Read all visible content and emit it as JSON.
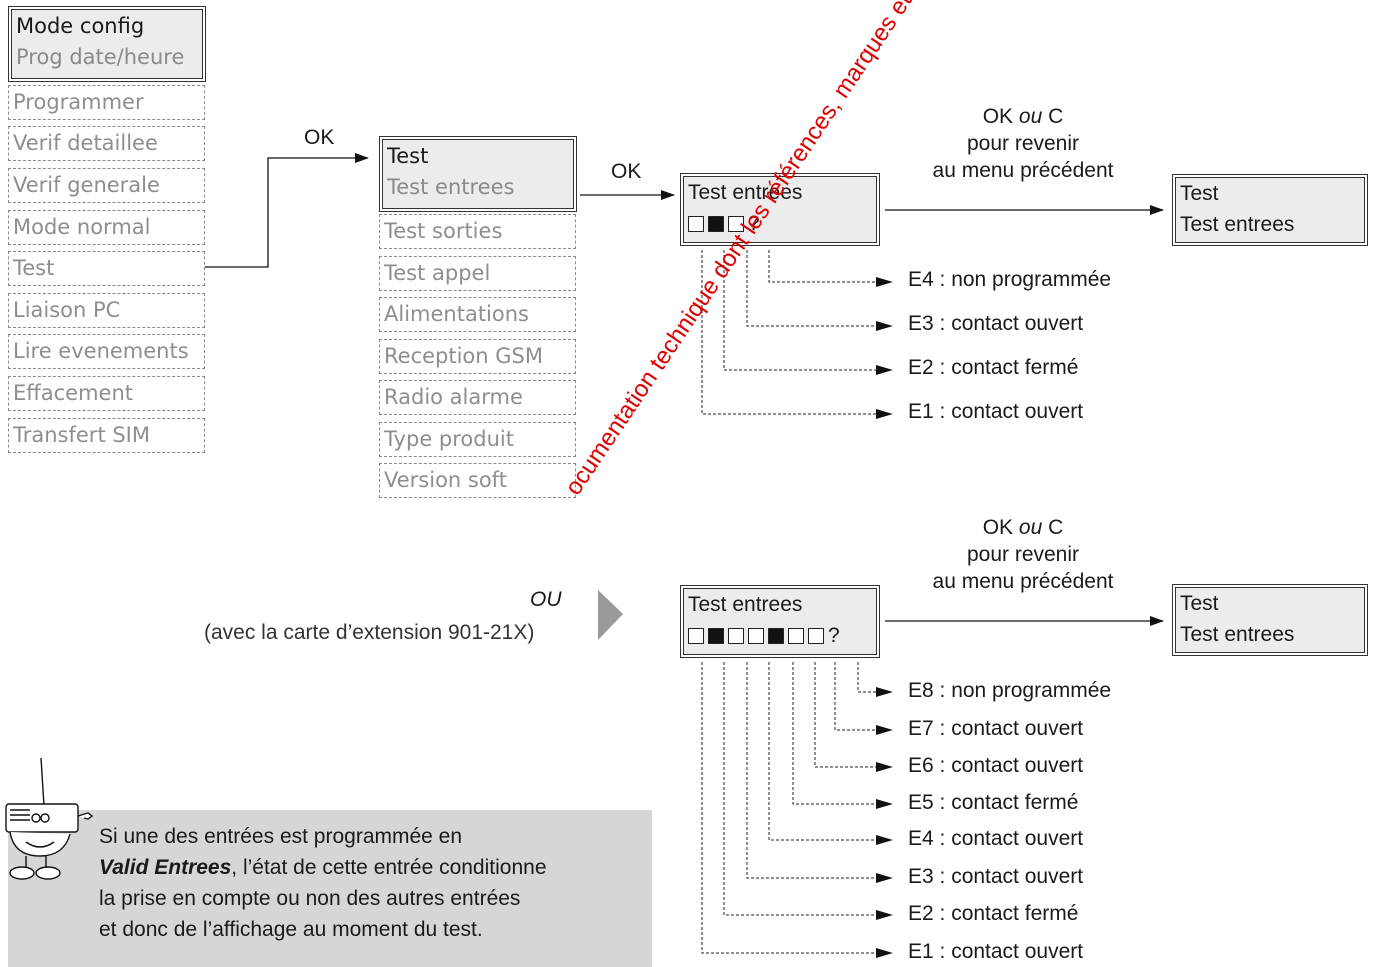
{
  "main_menu": {
    "title": "Mode config",
    "selected": "Prog date/heure",
    "items": [
      "Programmer",
      "Verif detaillee",
      "Verif generale",
      "Mode normal",
      "Test",
      "Liaison PC",
      "Lire evenements",
      "Effacement",
      "Transfert SIM"
    ]
  },
  "test_menu": {
    "title": "Test",
    "selected": "Test entrees",
    "items": [
      "Test sorties",
      "Test appel",
      "Alimentations",
      "Reception GSM",
      "Radio alarme",
      "Type produit",
      "Version soft"
    ]
  },
  "arrows": {
    "ok1": "OK",
    "ok2": "OK"
  },
  "return_note": {
    "line1_ok": "OK ",
    "line1_ou": "ou",
    "line1_c": " C",
    "line2": "pour revenir",
    "line3": "au menu précédent"
  },
  "screen_top": {
    "title": "Test entrees",
    "indicators": [
      false,
      true,
      false
    ],
    "suffix": "?"
  },
  "result_top": {
    "line1": "Test",
    "line2": "Test entrees"
  },
  "entries_top": [
    "E4 : non programmée",
    "E3 : contact ouvert",
    "E2 : contact fermé",
    "E1 : contact ouvert"
  ],
  "alt": {
    "ou": "OU",
    "note": "(avec la carte d’extension 901-21X)"
  },
  "screen_bottom": {
    "title": "Test entrees",
    "indicators": [
      false,
      true,
      false,
      false,
      true,
      false,
      false
    ],
    "suffix": "?"
  },
  "result_bottom": {
    "line1": "Test",
    "line2": "Test entrees"
  },
  "entries_bottom": [
    "E8 : non programmée",
    "E7 : contact ouvert",
    "E6 : contact ouvert",
    "E5 : contact fermé",
    "E4 : contact ouvert",
    "E3 : contact ouvert",
    "E2 : contact fermé",
    "E1 : contact ouvert"
  ],
  "info": {
    "line1": "Si une des entrées est programmée en",
    "bold": "Valid Entrees",
    "line2_rest": ", l’état de cette entrée conditionne",
    "line3": "la prise en compte ou non des autres entrées",
    "line4": "et donc de l’affichage au moment du test."
  },
  "watermark": "ocumentation technique dont les références, marques et logos, sont la propriété des détente",
  "colors": {
    "screen_bg": "#ececec",
    "menu_text": "#8e8e8e",
    "info_bg": "#d6d6d6",
    "watermark": "#e00000"
  }
}
